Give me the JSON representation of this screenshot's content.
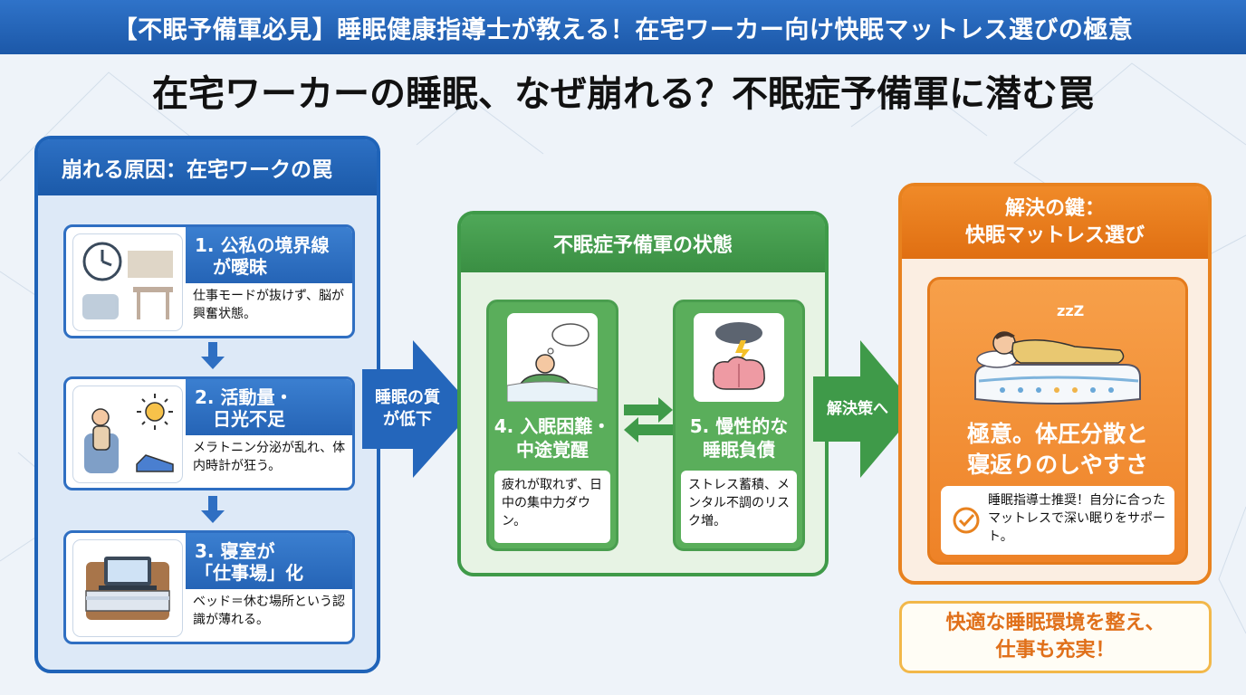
{
  "banner": "【不眠予備軍必見】睡眠健康指導士が教える！在宅ワーカー向け快眠マットレス選びの極意",
  "headline": "在宅ワーカーの睡眠、なぜ崩れる？不眠症予備軍に潜む罠",
  "left_panel": {
    "title": "崩れる原因：在宅ワークの罠",
    "causes": [
      {
        "title_1": "1. 公私の境界線",
        "title_2": "　が曖昧",
        "body": "仕事モードが抜けず、脳が興奮状態。"
      },
      {
        "title_1": "2. 活動量・",
        "title_2": "　日光不足",
        "body": "メラトニン分泌が乱れ、体内時計が狂う。"
      },
      {
        "title_1": "3. 寝室が",
        "title_2": "「仕事場」化",
        "body": "ベッド＝休む場所という認識が薄れる。"
      }
    ]
  },
  "arrow_1": {
    "line_1": "睡眠の質",
    "line_2": "が低下"
  },
  "mid_panel": {
    "title": "不眠症予備軍の状態",
    "states": [
      {
        "title_1": "4. 入眠困難・",
        "title_2": "中途覚醒",
        "body": "疲れが取れず、日中の集中力ダウン。"
      },
      {
        "title_1": "5. 慢性的な",
        "title_2": "睡眠負債",
        "body": "ストレス蓄積、メンタル不調のリスク増。"
      }
    ]
  },
  "arrow_2": {
    "label": "解決策へ"
  },
  "right_panel": {
    "title_1": "解決の鍵：",
    "title_2": "快眠マットレス選び",
    "solution_1": "極意。体圧分散と",
    "solution_2": "寝返りのしやすさ",
    "note": "睡眠指導士推奨！自分に合ったマットレスで深い眠りをサポート。"
  },
  "bottom": {
    "line_1": "快適な睡眠環境を整え、",
    "line_2": "仕事も充実！"
  },
  "icons": [
    "clock-icon",
    "desk-icon",
    "sun-icon",
    "person-sitting-icon",
    "sneaker-icon",
    "laptop-bed-icon",
    "sleepless-person-icon",
    "brain-storm-icon",
    "sleeping-mattress-icon",
    "check-icon",
    "swap-arrows-icon"
  ],
  "colors": {
    "blue": "#1f63b8",
    "green": "#3f9a49",
    "orange": "#e8821f",
    "yellow": "#f2b84a"
  }
}
